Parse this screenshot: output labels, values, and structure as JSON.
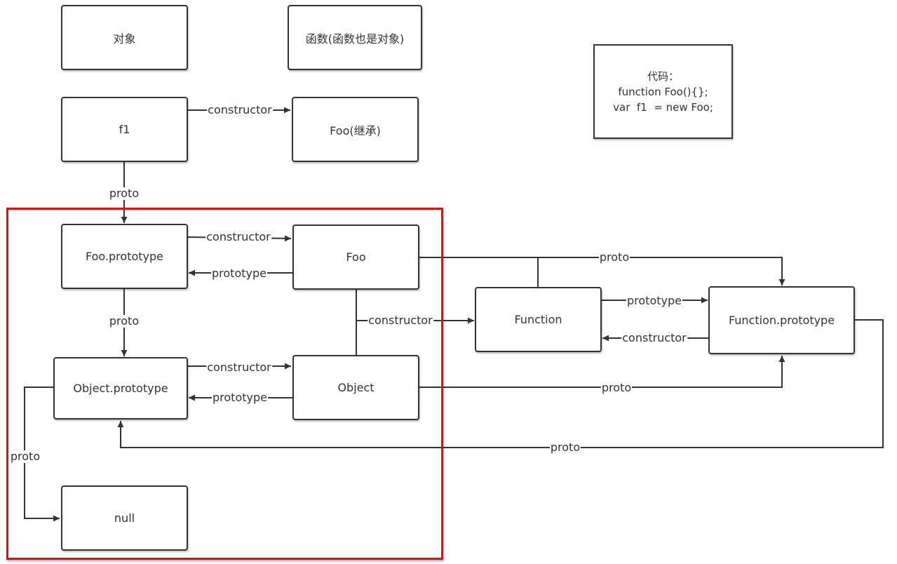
{
  "legend": {
    "object_label": "对象",
    "function_label": "函数(函数也是对象)"
  },
  "code_box": {
    "lines": [
      "代码：",
      "function Foo(){};",
      "var  f1  = new Foo;"
    ]
  },
  "nodes": {
    "f1": "f1",
    "foo_inherit": "Foo(继承)",
    "foo_prototype": "Foo.prototype",
    "foo": "Foo",
    "object_prototype": "Object.prototype",
    "object": "Object",
    "null": "null",
    "function": "Function",
    "function_prototype": "Function.prototype"
  },
  "edges": {
    "f1_constructor": "constructor",
    "f1_proto": "proto",
    "fooproto_constructor": "constructor",
    "foo_prototype": "prototype",
    "fooproto_proto": "proto",
    "objproto_constructor": "constructor",
    "object_prototype": "prototype",
    "objproto_proto": "proto",
    "foo_object_constructor": "constructor",
    "foo_object_proto": "proto",
    "function_prototype": "prototype",
    "functionproto_constructor": "constructor",
    "object_proto": "proto",
    "functionproto_proto": "proto"
  },
  "colors": {
    "line": "#333333",
    "highlight": "#dd1111"
  }
}
